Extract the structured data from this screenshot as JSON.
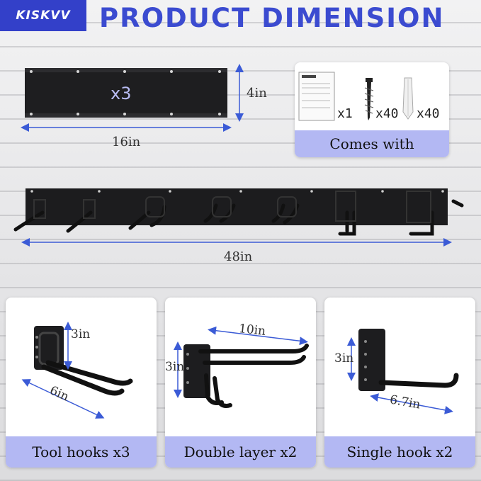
{
  "brand": "KISKVV",
  "title": "PRODUCT DIMENSION",
  "rail": {
    "count_label": "x3",
    "height_label": "4in",
    "width_label": "16in"
  },
  "assembly": {
    "width_label": "48in"
  },
  "comes_with": {
    "label": "Comes with",
    "items": [
      {
        "icon": "manual-icon",
        "qty": "x1"
      },
      {
        "icon": "screw-icon",
        "qty": "x40"
      },
      {
        "icon": "anchor-icon",
        "qty": "x40"
      }
    ]
  },
  "products": [
    {
      "name": "Tool hooks x3",
      "height_label": "3in",
      "length_label": "6in"
    },
    {
      "name": "Double layer x2",
      "height_label": "3in",
      "length_label": "10in"
    },
    {
      "name": "Single hook x2",
      "height_label": "3in",
      "length_label": "6.7in"
    }
  ],
  "colors": {
    "accent": "#3b4bd0",
    "band": "#b3b8f3",
    "arrow": "#3b5bd6",
    "metal": "#1c1c1e"
  }
}
